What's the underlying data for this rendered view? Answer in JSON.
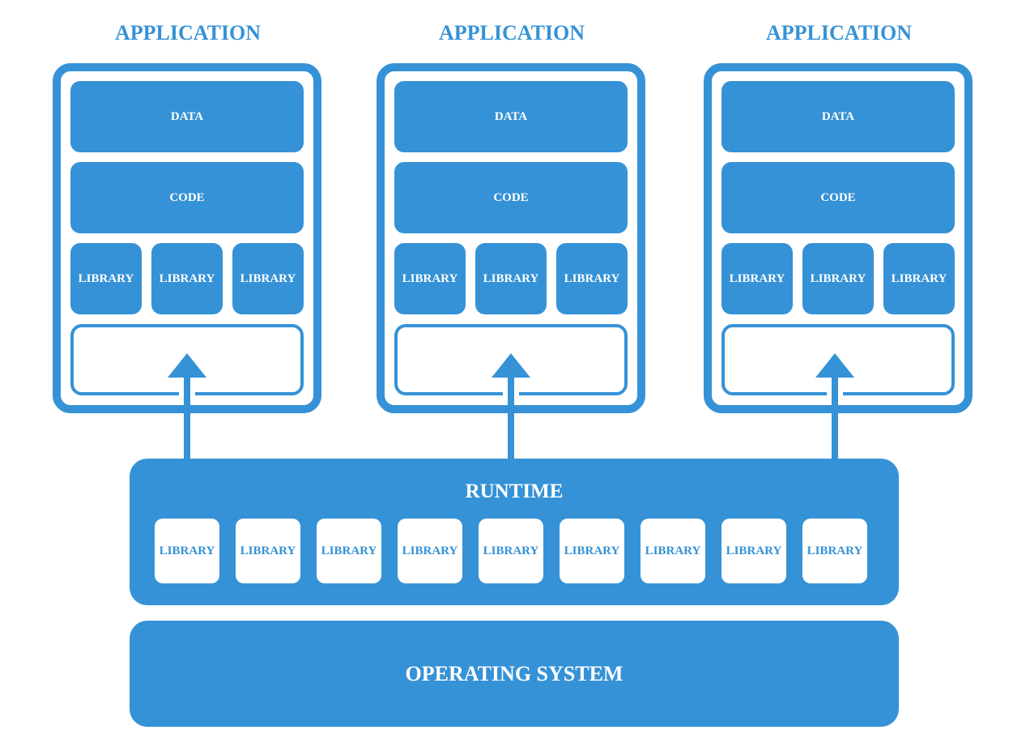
{
  "accent_color": "#3592d6",
  "applications": [
    {
      "title": "APPLICATION",
      "data_label": "DATA",
      "code_label": "CODE",
      "libraries": [
        "LIBRARY",
        "LIBRARY",
        "LIBRARY"
      ]
    },
    {
      "title": "APPLICATION",
      "data_label": "DATA",
      "code_label": "CODE",
      "libraries": [
        "LIBRARY",
        "LIBRARY",
        "LIBRARY"
      ]
    },
    {
      "title": "APPLICATION",
      "data_label": "DATA",
      "code_label": "CODE",
      "libraries": [
        "LIBRARY",
        "LIBRARY",
        "LIBRARY"
      ]
    }
  ],
  "runtime": {
    "title": "RUNTIME",
    "libraries": [
      "LIBRARY",
      "LIBRARY",
      "LIBRARY",
      "LIBRARY",
      "LIBRARY",
      "LIBRARY",
      "LIBRARY",
      "LIBRARY",
      "LIBRARY"
    ]
  },
  "operating_system": {
    "label": "OPERATING SYSTEM"
  }
}
